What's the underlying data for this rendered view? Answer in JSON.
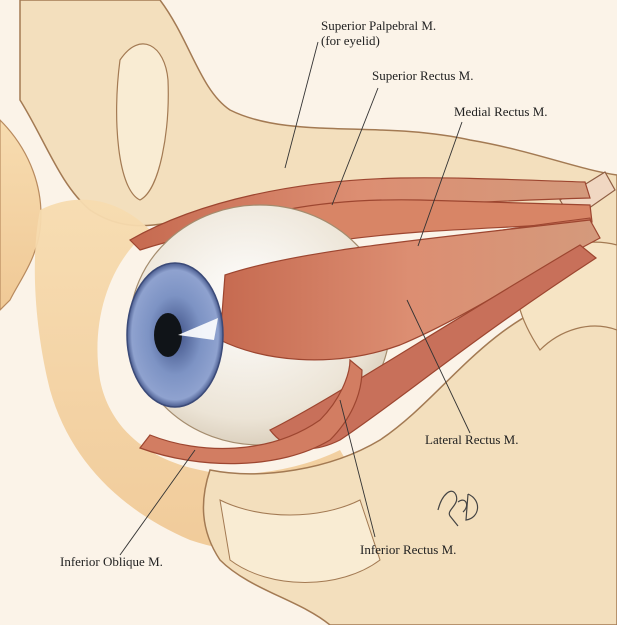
{
  "labels": {
    "superior_palpebral": "Superior Palpebral M.",
    "superior_palpebral_note": "(for eyelid)",
    "superior_rectus": "Superior Rectus M.",
    "medial_rectus": "Medial Rectus M.",
    "lateral_rectus": "Lateral Rectus M.",
    "inferior_oblique": "Inferior Oblique M.",
    "inferior_rectus": "Inferior Rectus M."
  },
  "signature": "RJD",
  "colors": {
    "background": "#fbf3e8",
    "bone": "#f3dfbd",
    "skin": "#f5d8ac",
    "muscle": "#cf7a5e",
    "muscle_dark": "#9d4630",
    "sclera": "#f4f0e8",
    "iris": "#6f86b8",
    "pupil": "#101418",
    "leader_line": "#333333"
  }
}
